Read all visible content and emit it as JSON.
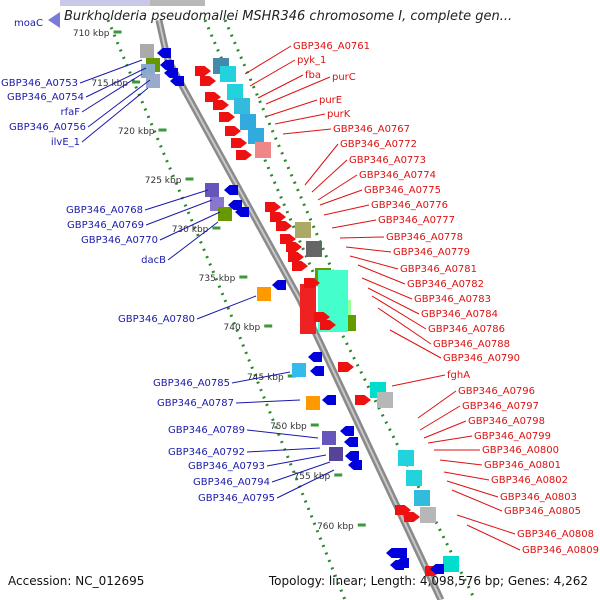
{
  "title": "Burkholderia pseudomallei MSHR346 chromosome I, complete gen...",
  "accession_text": "Accession: NC_012695",
  "stats_text": "Topology: linear; Length: 4,098,576 bp; Genes: 4,262",
  "colors": {
    "left_label": "#1a1aaa",
    "right_label": "#dd1111",
    "backbone": "#8a8a8a",
    "track_dots": "#2a8a2a",
    "tick": "#3a9a3a"
  },
  "moac_label": "moaC",
  "scale_ticks": [
    "710 kbp",
    "715 kbp",
    "720 kbp",
    "725 kbp",
    "730 kbp",
    "735 kbp",
    "740 kbp",
    "745 kbp",
    "750 kbp",
    "755 kbp",
    "760 kbp"
  ],
  "left_labels": [
    "GBP346_A0753",
    "GBP346_A0754",
    "rfaF",
    "GBP346_A0756",
    "ilvE_1",
    "GBP346_A0768",
    "GBP346_A0769",
    "GBP346_A0770",
    "dacB",
    "GBP346_A0780",
    "GBP346_A0785",
    "GBP346_A0787",
    "GBP346_A0789",
    "GBP346_A0792",
    "GBP346_A0793",
    "GBP346_A0794",
    "GBP346_A0795"
  ],
  "right_labels": [
    "GBP346_A0761",
    "pyk_1",
    "fba",
    "purC",
    "purE",
    "purK",
    "GBP346_A0767",
    "GBP346_A0772",
    "GBP346_A0773",
    "GBP346_A0774",
    "GBP346_A0775",
    "GBP346_A0776",
    "GBP346_A0777",
    "GBP346_A0778",
    "GBP346_A0779",
    "GBP346_A0781",
    "GBP346_A0782",
    "GBP346_A0783",
    "GBP346_A0784",
    "GBP346_A0786",
    "GBP346_A0788",
    "GBP346_A0790",
    "fghA",
    "GBP346_A0796",
    "GBP346_A0797",
    "GBP346_A0798",
    "GBP346_A0799",
    "GBP346_A0800",
    "GBP346_A0801",
    "GBP346_A0802",
    "GBP346_A0803",
    "GBP346_A0805",
    "GBP346_A0808",
    "GBP346_A0809"
  ]
}
